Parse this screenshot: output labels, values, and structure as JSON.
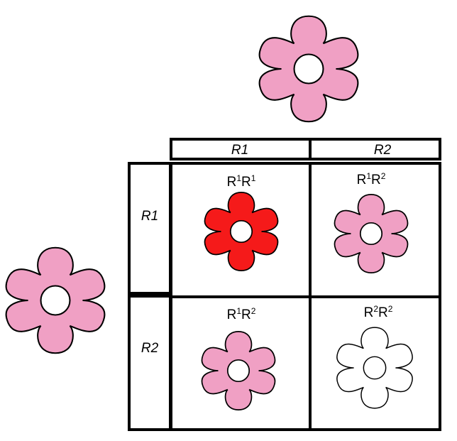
{
  "parents": {
    "top": {
      "allele_label": "",
      "color": "#f0a0c4"
    },
    "left": {
      "allele_label": "",
      "color": "#f0a0c4"
    }
  },
  "columns": [
    {
      "label": "R1"
    },
    {
      "label": "R2"
    }
  ],
  "rows": [
    {
      "label": "R1"
    },
    {
      "label": "R2"
    }
  ],
  "cells": [
    {
      "genotype_base1": "R",
      "genotype_sup1": "1",
      "genotype_base2": "R",
      "genotype_sup2": "1",
      "color": "#f51a1a"
    },
    {
      "genotype_base1": "R",
      "genotype_sup1": "1",
      "genotype_base2": "R",
      "genotype_sup2": "2",
      "color": "#f0a0c4"
    },
    {
      "genotype_base1": "R",
      "genotype_sup1": "1",
      "genotype_base2": "R",
      "genotype_sup2": "2",
      "color": "#f0a0c4"
    },
    {
      "genotype_base1": "R",
      "genotype_sup1": "2",
      "genotype_base2": "R",
      "genotype_sup2": "2",
      "color": "#ffffff"
    }
  ]
}
